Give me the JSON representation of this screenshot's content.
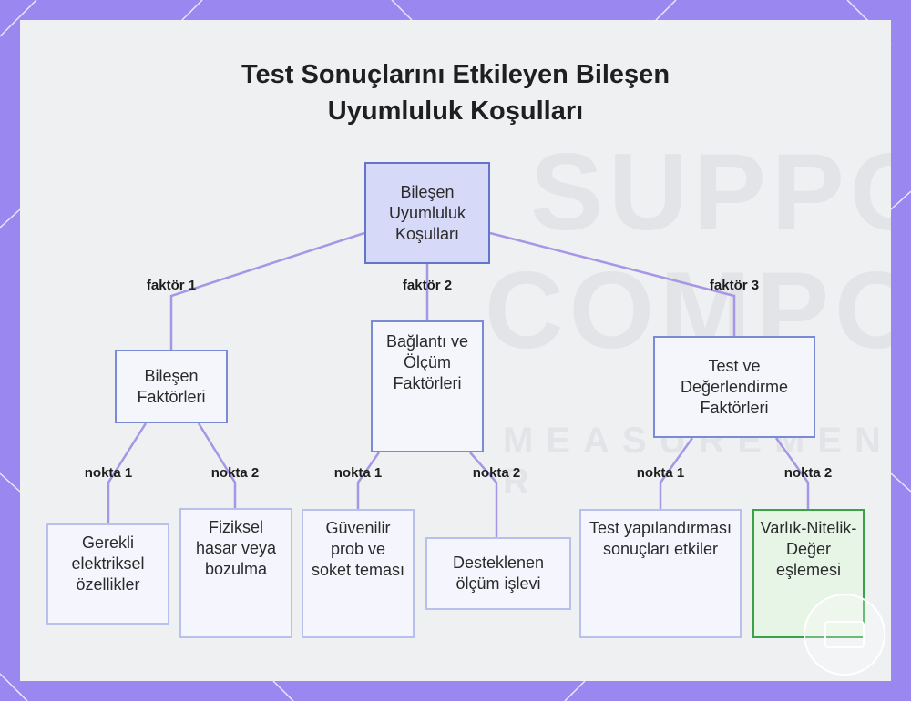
{
  "title_line1": "Test Sonuçlarını Etkileyen Bileşen",
  "title_line2": "Uyumluluk Koşulları",
  "background_text": {
    "line1": "SUPPO",
    "line2": "COMPO",
    "line3": "MEASUREMENT R"
  },
  "colors": {
    "frame": "#9b87f0",
    "edge": "#a796e6",
    "node_border": "#7b8ad4",
    "root_fill": "#d6daf8",
    "highlight": "#3aa34a"
  },
  "root": {
    "label": "Bileşen Uyumluluk Koşulları"
  },
  "edge_labels": {
    "f1": "faktör 1",
    "f2": "faktör 2",
    "f3": "faktör 3",
    "n1a": "nokta 1",
    "n1b": "nokta 2",
    "n2a": "nokta 1",
    "n2b": "nokta 2",
    "n3a": "nokta 1",
    "n3b": "nokta 2"
  },
  "branches": [
    {
      "label": "Bileşen Faktörleri",
      "children": [
        "Gerekli elektriksel özellikler",
        "Fiziksel hasar veya bozulma"
      ]
    },
    {
      "label": "Bağlantı ve Ölçüm Faktörleri",
      "children": [
        "Güvenilir prob ve soket teması",
        "Desteklenen ölçüm işlevi"
      ]
    },
    {
      "label": "Test ve Değerlendirme Faktörleri",
      "children": [
        "Test yapılandırması sonuçları etkiler",
        "Varlık-Nitelik-Değer eşlemesi"
      ]
    }
  ]
}
